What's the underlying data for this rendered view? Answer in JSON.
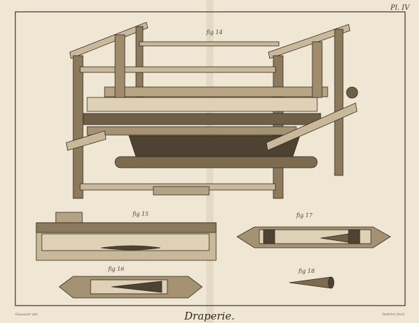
{
  "plate": {
    "number": "Pl. IV",
    "title": "Draperie.",
    "credit_left": "Goussier del.",
    "credit_right": "Defehrt fecit"
  },
  "figures": {
    "fig14": "fig 14",
    "fig15": "fig 15",
    "fig16": "fig 16",
    "fig17": "fig 17",
    "fig18": "fig 18"
  },
  "colors": {
    "paper": "#efe6d3",
    "ink": "#2e2a24"
  }
}
